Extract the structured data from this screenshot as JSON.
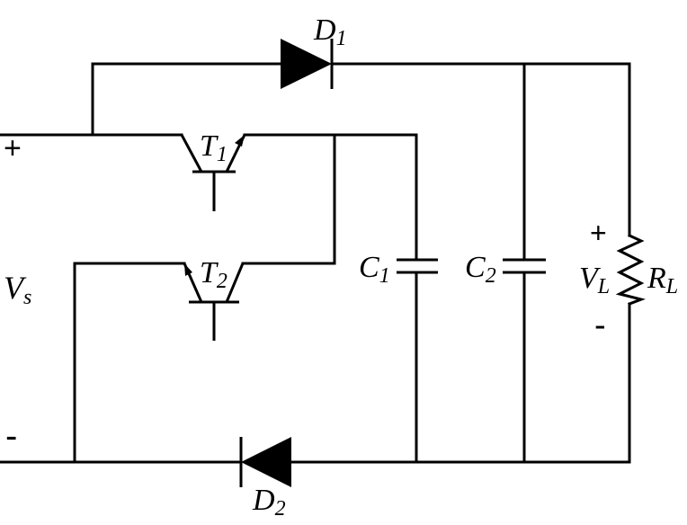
{
  "labels": {
    "d1": {
      "main": "D",
      "sub": "1"
    },
    "d2": {
      "main": "D",
      "sub": "2"
    },
    "t1": {
      "main": "T",
      "sub": "1"
    },
    "t2": {
      "main": "T",
      "sub": "2"
    },
    "c1": {
      "main": "C",
      "sub": "1"
    },
    "c2": {
      "main": "C",
      "sub": "2"
    },
    "vs": {
      "main": "V",
      "sub": "s"
    },
    "vl": {
      "main": "V",
      "sub": "L"
    },
    "rl": {
      "main": "R",
      "sub": "L"
    }
  },
  "signs": {
    "input_plus": "+",
    "input_minus": "-",
    "load_plus": "+",
    "load_minus": "-"
  }
}
